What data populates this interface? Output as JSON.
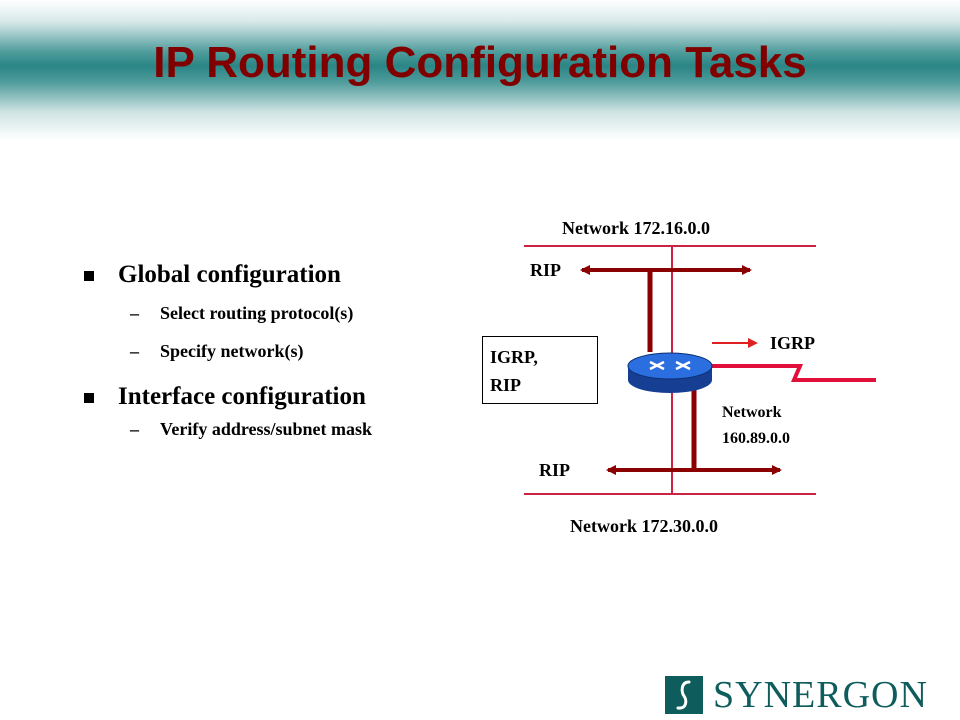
{
  "slide": {
    "title": "IP Routing Configuration Tasks"
  },
  "bullets": [
    {
      "text": "Global configuration",
      "subs": [
        "Select routing protocol(s)",
        "Specify network(s)"
      ]
    },
    {
      "text": "Interface configuration",
      "subs": [
        "Verify address/subnet mask"
      ]
    }
  ],
  "diagram": {
    "top_network": "Network 172.16.0.0",
    "bottom_network": "Network 172.30.0.0",
    "top_protocol": "RIP",
    "bottom_protocol": "RIP",
    "right_protocol": "IGRP",
    "right_network_line1": "Network",
    "right_network_line2": "160.89.0.0",
    "router_box_line1": "IGRP,",
    "router_box_line2": "RIP"
  },
  "bullet_marker": "n",
  "sub_marker": "–",
  "logo": {
    "wordmark": "SYNERGON"
  },
  "colors": {
    "title": "#800000",
    "network_line": "#cc2244",
    "link": "#8b0000",
    "router": "#1f5fd0",
    "logo": "#0f5c5c"
  }
}
